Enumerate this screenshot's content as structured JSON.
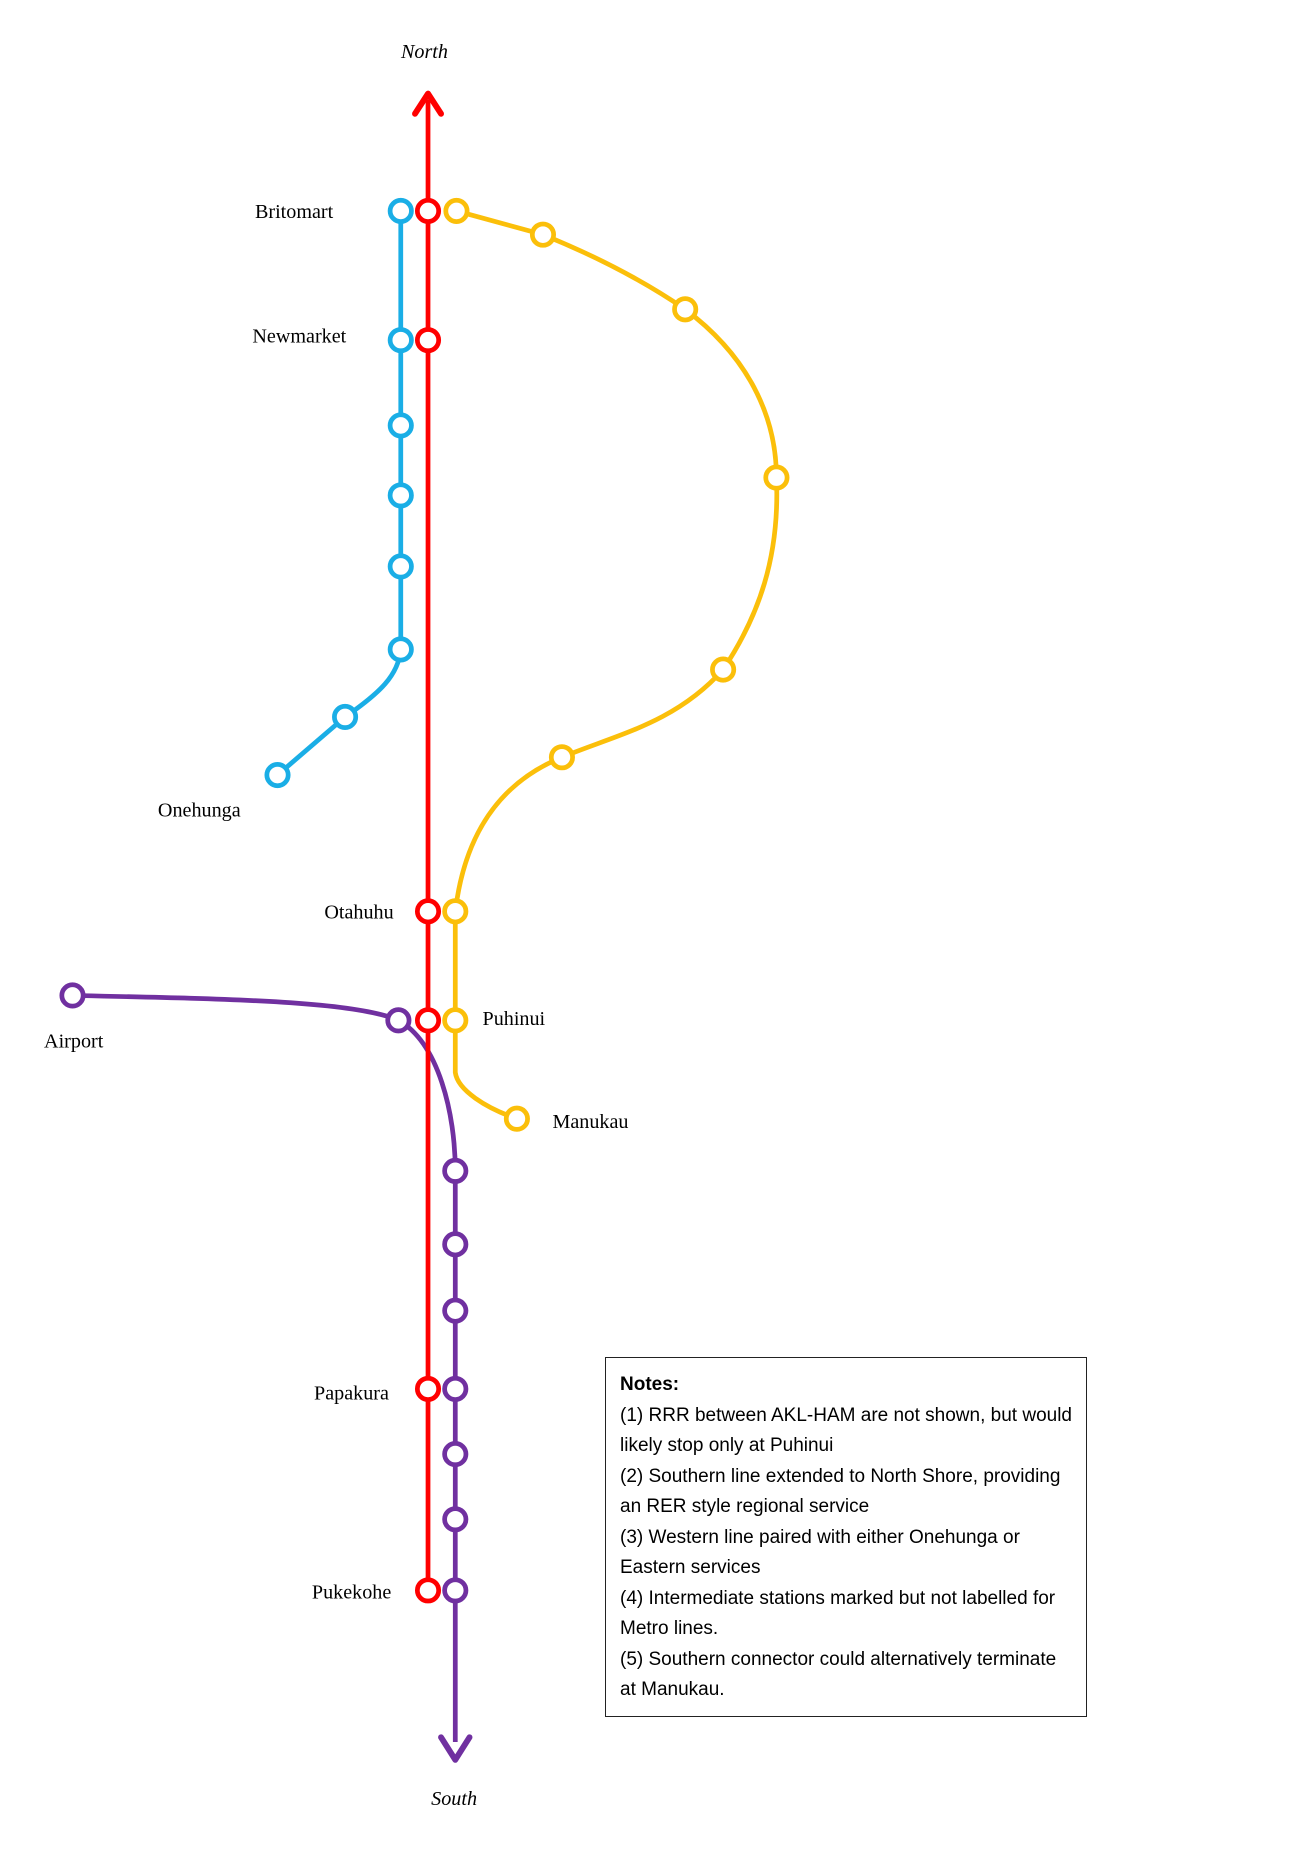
{
  "directions": {
    "north": "North",
    "south": "South"
  },
  "colors": {
    "rrr": "#ff0000",
    "onehunga": "#1aaee6",
    "eastern": "#fbbf0a",
    "southern": "#7030a0"
  },
  "stations": {
    "britomart": "Britomart",
    "newmarket": "Newmarket",
    "onehunga": "Onehunga",
    "otahuhu": "Otahuhu",
    "airport": "Airport",
    "puhinui": "Puhinui",
    "manukau": "Manukau",
    "papakura": "Papakura",
    "pukekohe": "Pukekohe"
  },
  "notes": {
    "title": "Notes:",
    "items": [
      "(1) RRR between AKL-HAM are not shown, but would likely stop only at Puhinui",
      "(2) Southern line extended to North Shore, providing an RER style regional service",
      "(3) Western line paired with either Onehunga or Eastern services",
      "(4) Intermediate stations marked but not labelled for Metro lines.",
      "(5) Southern connector could alternatively terminate at Manukau."
    ]
  }
}
